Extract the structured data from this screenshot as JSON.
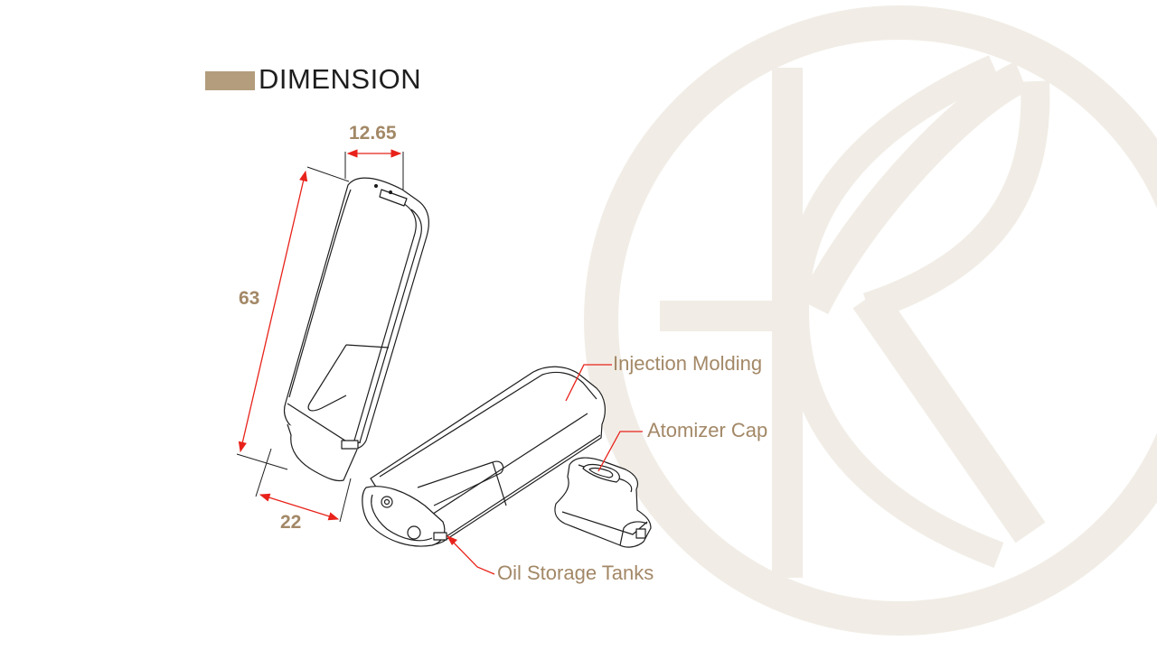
{
  "title": "DIMENSION",
  "dimensions": {
    "width": "12.65",
    "height": "63",
    "depth": "22"
  },
  "callouts": {
    "injection_molding": "Injection Molding",
    "atomizer_cap": "Atomizer Cap",
    "oil_storage_tanks": "Oil Storage Tanks"
  },
  "colors": {
    "accent": "#a38867",
    "title_bar": "#b39d7d",
    "dimension_arrow": "#e8221a",
    "watermark": "#f1ede6",
    "line": "#1e1e1e"
  },
  "icons": {
    "watermark": "brand-logo-watermark"
  }
}
